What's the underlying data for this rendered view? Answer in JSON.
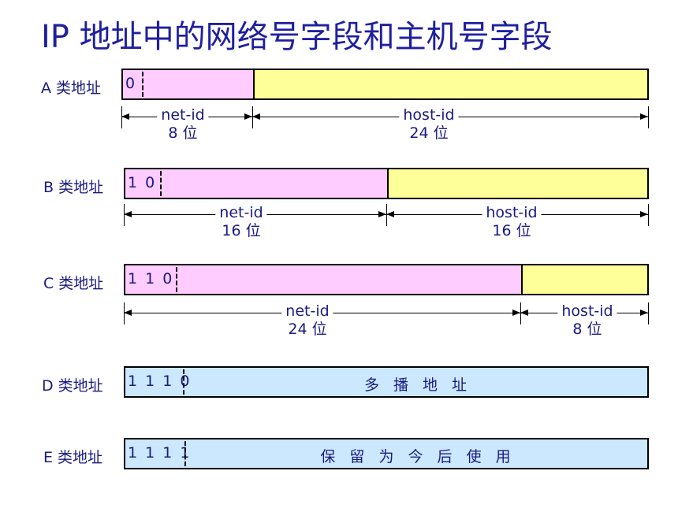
{
  "title": "IP 地址中的网络号字段和主机号字段",
  "classes": [
    {
      "label": "A 类地址",
      "prefix": "0",
      "net": {
        "name": "net-id",
        "bits": "8 位"
      },
      "host": {
        "name": "host-id",
        "bits": "24 位"
      },
      "net_bits": 8,
      "host_bits": 24
    },
    {
      "label": "B 类地址",
      "prefix": "1 0",
      "net": {
        "name": "net-id",
        "bits": "16 位"
      },
      "host": {
        "name": "host-id",
        "bits": "16 位"
      },
      "net_bits": 16,
      "host_bits": 16
    },
    {
      "label": "C 类地址",
      "prefix": "1 1 0",
      "net": {
        "name": "net-id",
        "bits": "24 位"
      },
      "host": {
        "name": "host-id",
        "bits": "8 位"
      },
      "net_bits": 24,
      "host_bits": 8
    },
    {
      "label": "D 类地址",
      "prefix": "1 1 1 0",
      "text": "多 播 地 址"
    },
    {
      "label": "E 类地址",
      "prefix": "1 1 1 1",
      "text": "保 留 为 今 后 使 用"
    }
  ],
  "colors": {
    "net": "#ffccff",
    "host": "#ffff99",
    "special": "#cce8ff",
    "text": "#1a1a80"
  }
}
